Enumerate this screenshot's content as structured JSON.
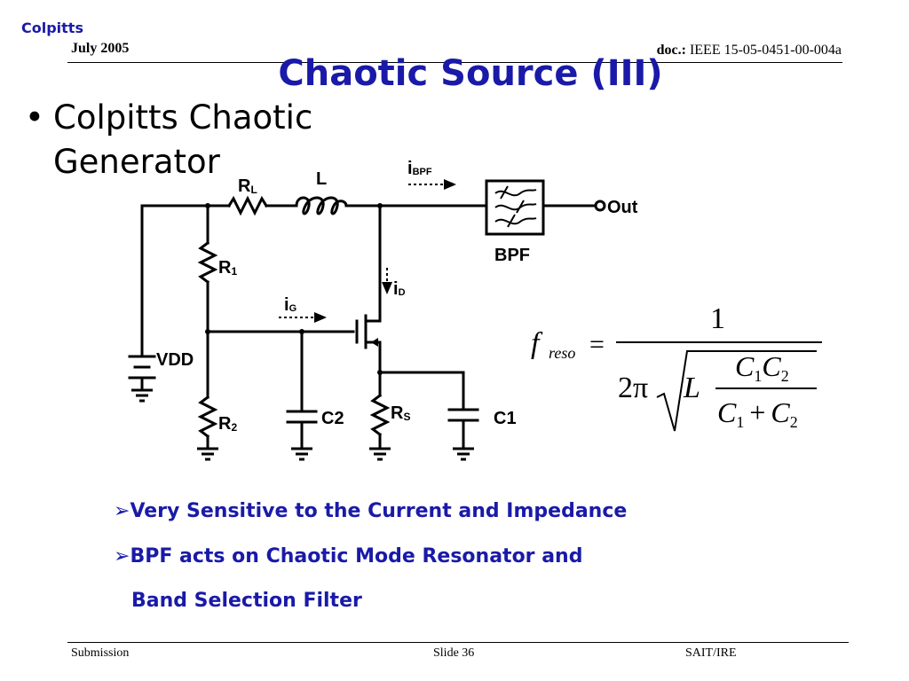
{
  "header": {
    "tag": "Colpitts",
    "date": "July 2005",
    "doc_label": "doc.:",
    "doc_id": "IEEE 15-05-0451-00-004a"
  },
  "title": "Chaotic Source (III)",
  "bullet": {
    "line1": "Colpitts Chaotic",
    "line2": "Generator"
  },
  "circuit": {
    "rl_main": "R",
    "rl_sub": "L",
    "l": "L",
    "ibpf_main": "i",
    "ibpf_sub": "BPF",
    "out": "Out",
    "bpf": "BPF",
    "r1_main": "R",
    "r1_sub": "1",
    "id_main": "i",
    "id_sub": "D",
    "ig_main": "i",
    "ig_sub": "G",
    "vdd": "VDD",
    "c2": "C2",
    "rs_main": "R",
    "rs_sub": "S",
    "c1": "C1",
    "r2_main": "R",
    "r2_sub": "2"
  },
  "formula": {
    "f": "f",
    "f_sub": "reso",
    "eq": "=",
    "one": "1",
    "two_pi": "2π",
    "L": "L",
    "c1": "C",
    "c1_sub": "1",
    "c2": "C",
    "c2_sub": "2",
    "plus": "+"
  },
  "sub_bullets": {
    "arrow": "➢",
    "item1": "Very Sensitive to the Current and Impedance",
    "item2_line1": "BPF acts on Chaotic Mode Resonator and",
    "item2_line2": "Band Selection Filter"
  },
  "footer": {
    "left": "Submission",
    "middle": "Slide 36",
    "right": "SAIT/IRE"
  }
}
